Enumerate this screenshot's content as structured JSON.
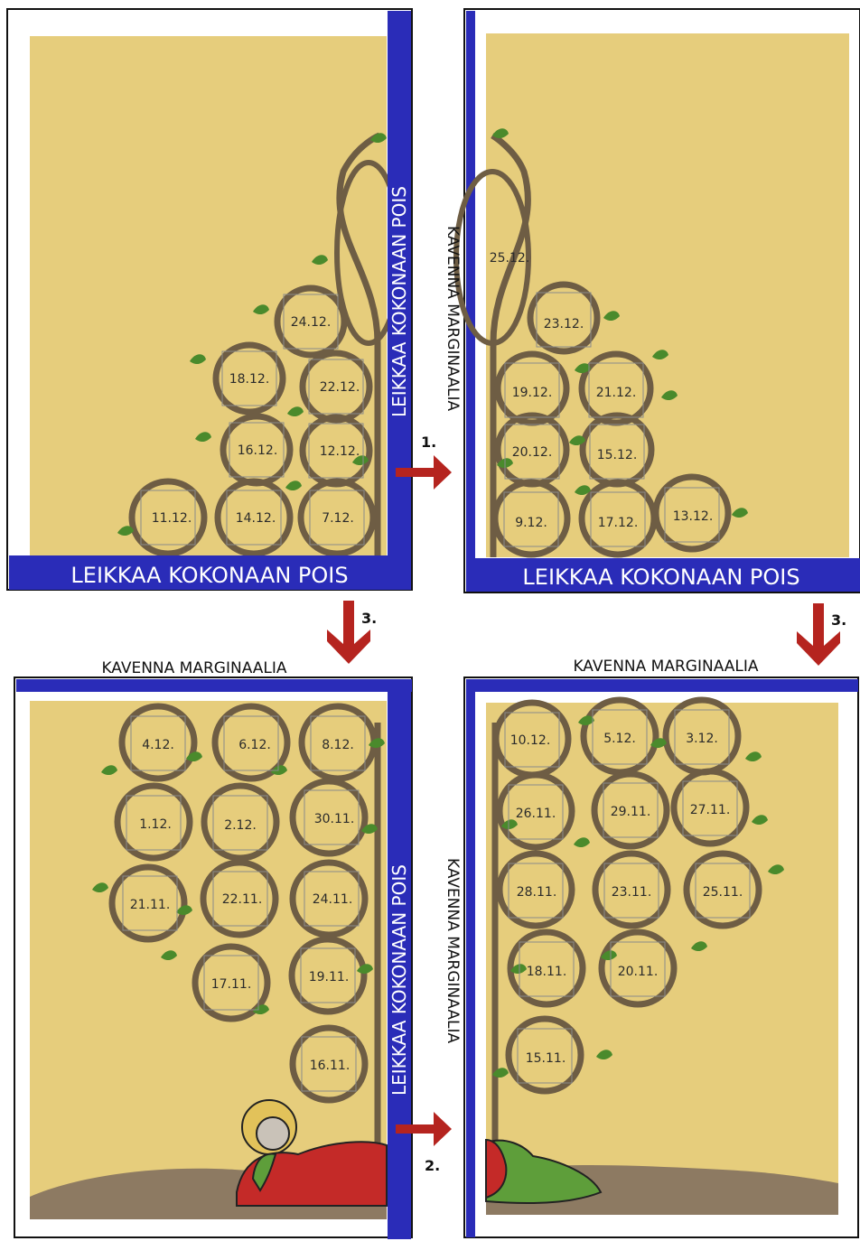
{
  "colors": {
    "paper": "#e6cd7c",
    "band": "#2a2cb8",
    "vine": "#6e5d44",
    "leaf": "#4a8a2c",
    "arrow": "#b5241f",
    "ground": "#8d7a62",
    "robe_red": "#c42a28",
    "robe_green": "#5e9e3a",
    "halo": "#e2c25a"
  },
  "labels": {
    "cut_off": "LEIKKAA KOKONAAN POIS",
    "narrow_margin": "KAVENNA MARGINAALIA",
    "step_1": "1.",
    "step_2": "2.",
    "step_3": "3."
  },
  "panels": {
    "top_left": {
      "dates": [
        "24.12.",
        "18.12.",
        "22.12.",
        "16.12.",
        "12.12.",
        "11.12.",
        "14.12.",
        "7.12."
      ]
    },
    "top_right": {
      "dates": [
        "25.12.",
        "23.12.",
        "19.12.",
        "21.12.",
        "20.12.",
        "15.12.",
        "9.12.",
        "17.12.",
        "13.12."
      ]
    },
    "bottom_left": {
      "dates": [
        "4.12.",
        "6.12.",
        "8.12.",
        "1.12.",
        "2.12.",
        "30.11.",
        "21.11.",
        "22.11.",
        "24.11.",
        "17.11.",
        "19.11.",
        "16.11."
      ]
    },
    "bottom_right": {
      "dates": [
        "10.12.",
        "5.12.",
        "3.12.",
        "26.11.",
        "29.11.",
        "27.11.",
        "28.11.",
        "23.11.",
        "25.11.",
        "18.11.",
        "20.11.",
        "15.11."
      ]
    }
  }
}
